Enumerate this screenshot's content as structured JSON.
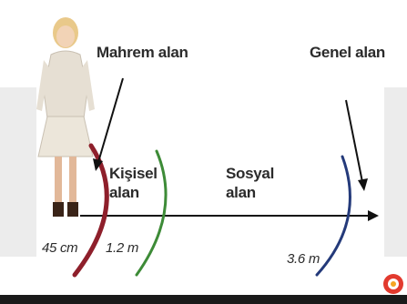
{
  "zones": {
    "mahrem": "Mahrem alan",
    "genel": "Genel alan",
    "kisisel": [
      "Kişisel",
      "alan"
    ],
    "sosyal": [
      "Sosyal",
      "alan"
    ]
  },
  "distances": {
    "d1": "45 cm",
    "d2": "1.2 m",
    "d3": "3.6 m"
  },
  "colors": {
    "intimate_arc": "#8e1f2b",
    "personal_arc": "#3d8b37",
    "social_arc": "#243a7a",
    "axis": "#111111"
  }
}
